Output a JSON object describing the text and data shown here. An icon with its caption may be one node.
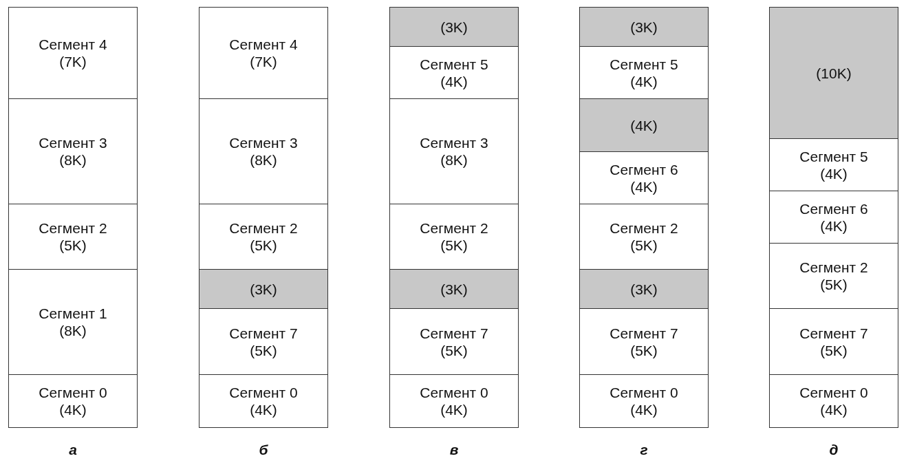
{
  "diagram": {
    "nodes": [
      {
        "text": [
          "Сегмент 4",
          "(7K)"
        ]
      },
      {
        "text": [
          "Сегмент 3",
          "(8K)"
        ]
      },
      {
        "text": [
          "Сегмент 2",
          "(5K)"
        ]
      },
      {
        "text": [
          "Сегмент 1",
          "(8K)"
        ]
      },
      {
        "text": [
          "Сегмент 0",
          "(4K)"
        ]
      },
      {
        "text": [
          "Сегмент 4",
          "(7K)"
        ]
      },
      {
        "text": [
          "Сегмент 3",
          "(8K)"
        ]
      },
      {
        "text": [
          "Сегмент 2",
          "(5K)"
        ]
      },
      {
        "text": [
          "(3K)"
        ]
      },
      {
        "text": [
          "Сегмент 7",
          "(5K)"
        ]
      },
      {
        "text": [
          "Сегмент 0",
          "(4K)"
        ]
      },
      {
        "text": [
          "(3K)"
        ]
      },
      {
        "text": [
          "Сегмент 5",
          "(4K)"
        ]
      },
      {
        "text": [
          "Сегмент 3",
          "(8K)"
        ]
      },
      {
        "text": [
          "Сегмент 2",
          "(5K)"
        ]
      },
      {
        "text": [
          "(3K)"
        ]
      },
      {
        "text": [
          "Сегмент 7",
          "(5K)"
        ]
      },
      {
        "text": [
          "Сегмент 0",
          "(4K)"
        ]
      },
      {
        "text": [
          "(3K)"
        ]
      },
      {
        "text": [
          "Сегмент 5",
          "(4K)"
        ]
      },
      {
        "text": [
          "(4K)"
        ]
      },
      {
        "text": [
          "Сегмент 6",
          "(4K)"
        ]
      },
      {
        "text": [
          "Сегмент 2",
          "(5K)"
        ]
      },
      {
        "text": [
          "(3K)"
        ]
      },
      {
        "text": [
          "Сегмент 7",
          "(5K)"
        ]
      },
      {
        "text": [
          "Сегмент 0",
          "(4K)"
        ]
      },
      {
        "text": [
          "(10K)"
        ]
      },
      {
        "text": [
          "Сегмент 5",
          "(4K)"
        ]
      },
      {
        "text": [
          "Сегмент 6",
          "(4K)"
        ]
      },
      {
        "text": [
          "Сегмент 2",
          "(5K)"
        ]
      },
      {
        "text": [
          "Сегмент 7",
          "(5K)"
        ]
      },
      {
        "text": [
          "Сегмент 0",
          "(4K)"
        ]
      }
    ],
    "labels": [
      "а",
      "б",
      "в",
      "г",
      "д"
    ]
  }
}
